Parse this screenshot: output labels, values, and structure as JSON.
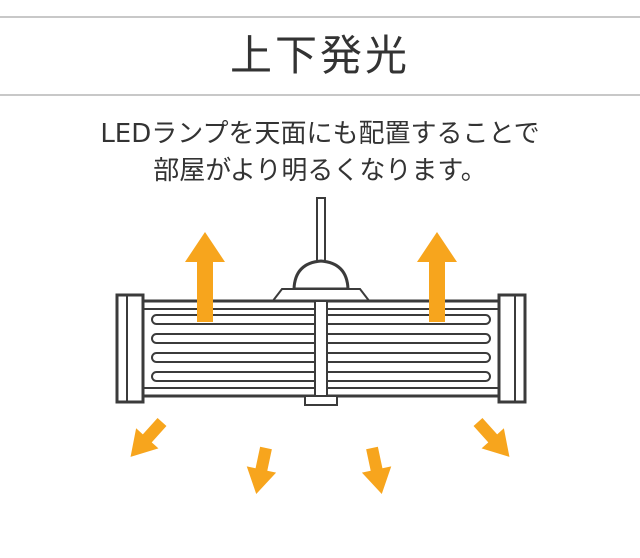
{
  "header": {
    "title": "上下発光"
  },
  "description": {
    "line1": "LEDランプを天面にも配置することで",
    "line2": "部屋がより明るくなります。"
  },
  "illustration": {
    "subject": "pendant-light-side-view",
    "arrows_top": [
      "up",
      "up"
    ],
    "arrows_bottom": [
      "down-left",
      "down",
      "down",
      "down-right"
    ],
    "led_tube_count": 4
  },
  "colors": {
    "accent": "#F7A51D",
    "outline": "#3B3B3B",
    "divider": "#C8C8C8",
    "text": "#333333"
  }
}
